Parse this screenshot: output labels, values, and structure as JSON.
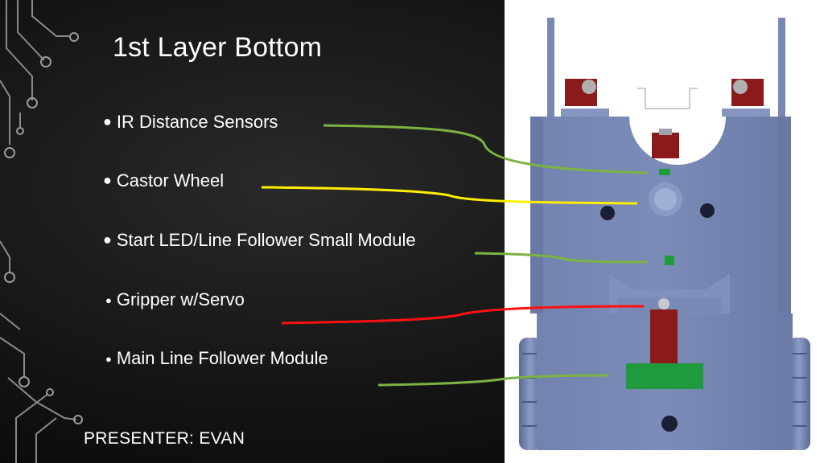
{
  "slide": {
    "title": "1st Layer Bottom",
    "bullets": [
      {
        "label": "IR Distance Sensors",
        "line_color": "#7cb342"
      },
      {
        "label": "Castor Wheel",
        "line_color": "#ffee00"
      },
      {
        "label": "Start LED/Line Follower Small Module",
        "line_color": "#7cb342"
      },
      {
        "label": "Gripper w/Servo",
        "line_color": "#ff1010"
      },
      {
        "label": "Main Line Follower Module",
        "line_color": "#7cb342"
      }
    ],
    "presenter": "PRESENTER: EVAN"
  },
  "colors": {
    "background": "#0b0b0b",
    "robot_body": "#6d7fae",
    "servo_red": "#8b1a1a",
    "module_green": "#1f9a3c"
  },
  "icons": {
    "bullet": "bullet-dot-icon",
    "decoration": "circuit-trace-decoration"
  }
}
